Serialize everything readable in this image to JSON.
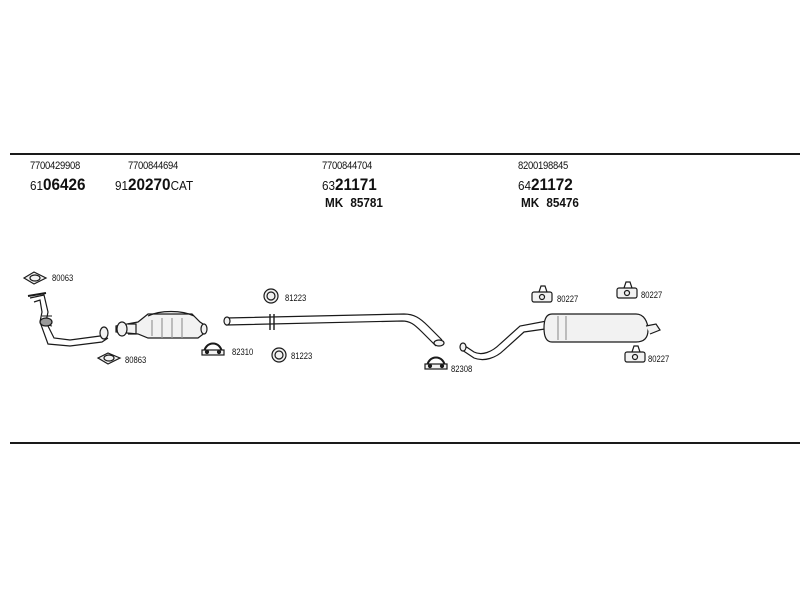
{
  "oem_numbers": [
    "7700429908",
    "7700844694",
    "7700844704",
    "8200198845"
  ],
  "part_numbers": [
    {
      "prefix": "61",
      "main": "06426",
      "suffix": ""
    },
    {
      "prefix": "91",
      "main": "20270",
      "suffix": "CAT"
    },
    {
      "prefix": "63",
      "main": "21171",
      "suffix": ""
    },
    {
      "prefix": "64",
      "main": "21172",
      "suffix": ""
    }
  ],
  "mk_numbers": [
    {
      "label": "MK",
      "number": "85781"
    },
    {
      "label": "MK",
      "number": "85476"
    }
  ],
  "component_labels": [
    "80063",
    "80863",
    "82310",
    "81223",
    "81223",
    "82308",
    "80227",
    "80227",
    "80227"
  ],
  "colors": {
    "line": "#1a1a1a",
    "part_fill": "#f2f2f2",
    "shade": "#9a9a9a"
  }
}
